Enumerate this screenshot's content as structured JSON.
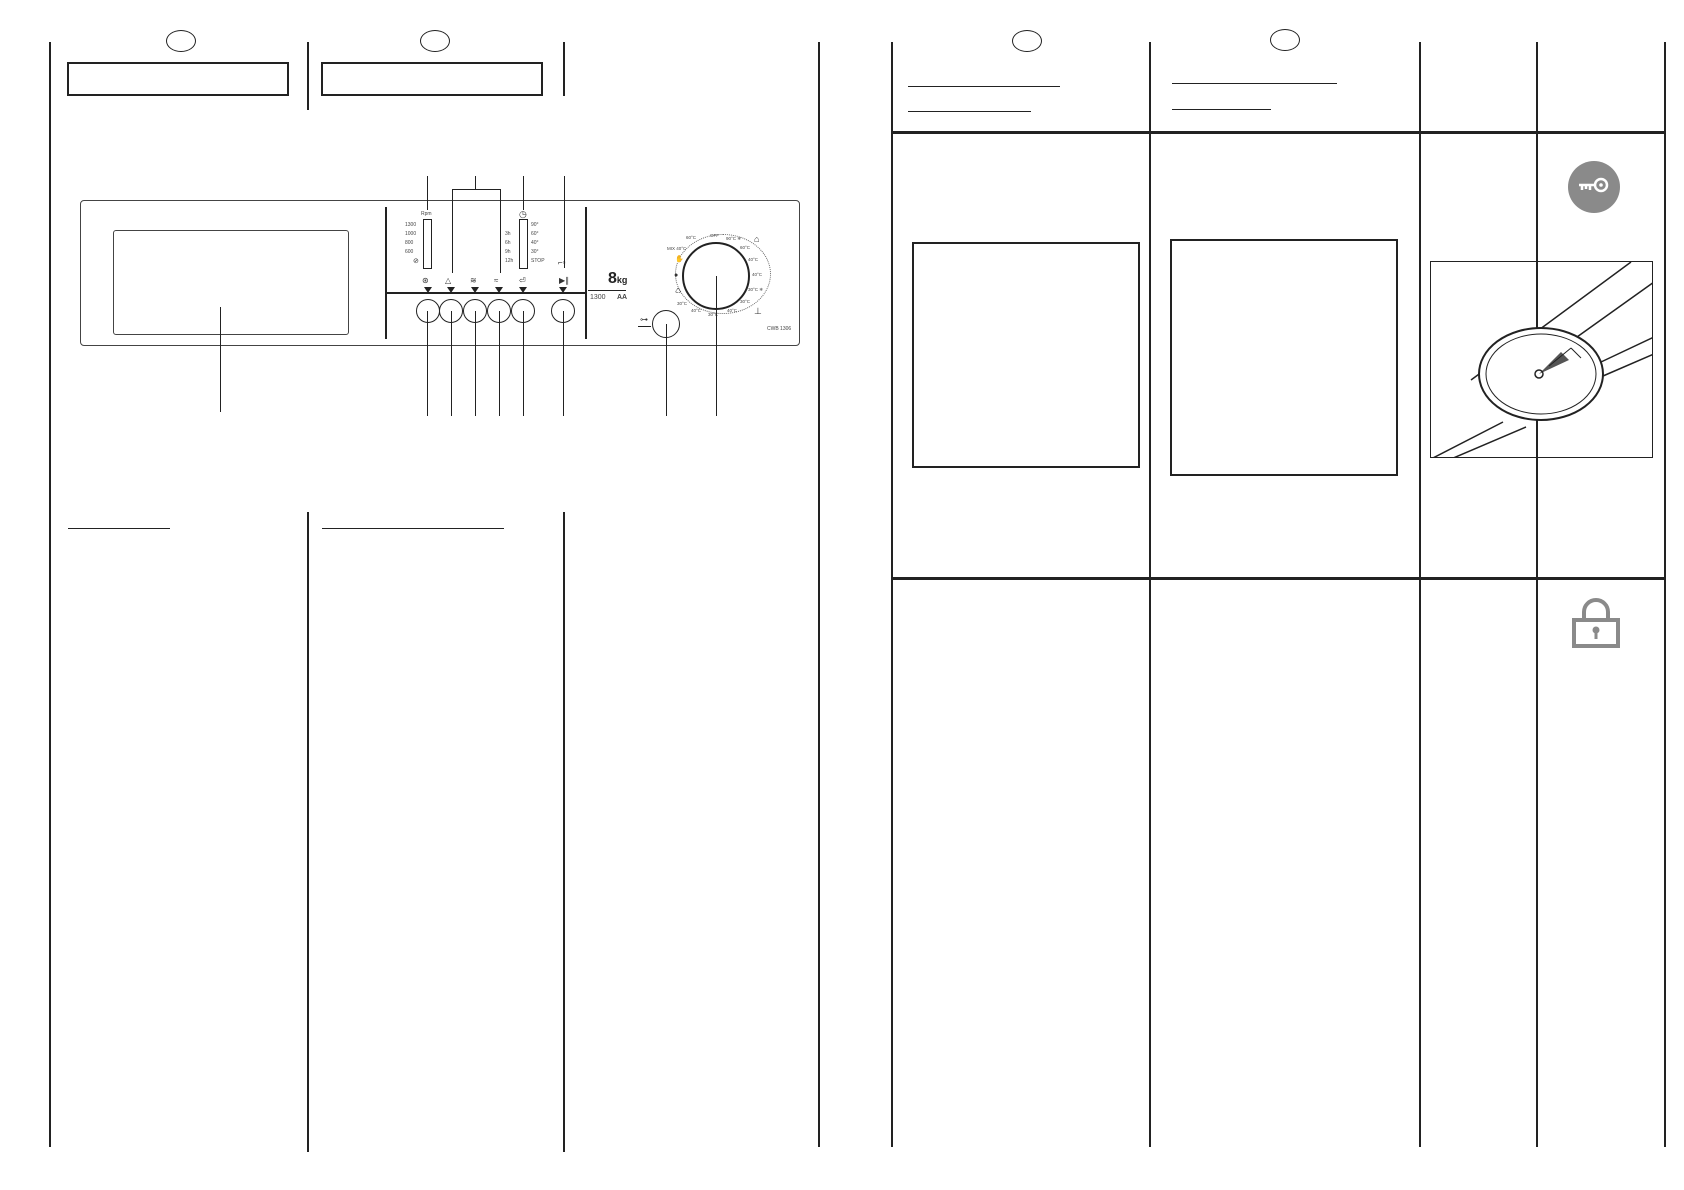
{
  "panel": {
    "spin_label": "Rpm",
    "spin_speeds": [
      "1300",
      "1000",
      "800",
      "600"
    ],
    "delay_hours": [
      "3h",
      "6h",
      "9h",
      "12h"
    ],
    "temps": [
      "90°",
      "60°",
      "40°",
      "30°",
      "STOP"
    ],
    "capacity_number": "8",
    "capacity_unit": "kg",
    "rpm_max": "1300",
    "energy_class": "AA",
    "model": "CWB 1306"
  },
  "dial": {
    "labels": [
      "OFF",
      "90°C ❄",
      "60°C",
      "40°C",
      "40°C",
      "30°C ❄",
      "30°C",
      "40°C",
      "30°C",
      "40°C",
      "30°C",
      "MIX 40°C",
      "60°C"
    ]
  },
  "icons": {
    "key": "key-icon",
    "padlock": "padlock-icon",
    "watch": "wristwatch-illustration"
  },
  "colors": {
    "line": "#222222",
    "icon_grey": "#8a8a8a"
  }
}
